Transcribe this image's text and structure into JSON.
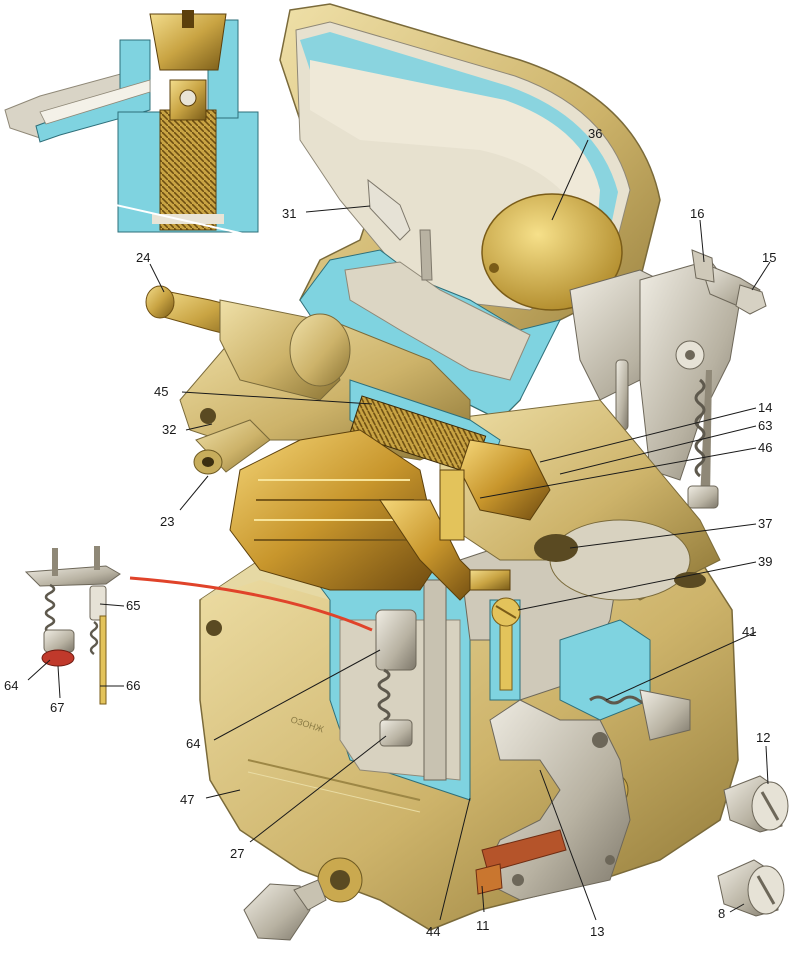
{
  "colors": {
    "brass_light": "#e8cf7a",
    "brass": "#c9a443",
    "brass_dark": "#8a6a1e",
    "silver_light": "#e6e2d6",
    "silver": "#b8b2a2",
    "silver_dark": "#7d776a",
    "cut_blue": "#7fd3e0",
    "gasket_red": "#c0392b",
    "fiber_red": "#b5542a",
    "leader": "#1a1a1a",
    "pointer_red": "#e0432a"
  },
  "callouts": [
    {
      "id": "36",
      "text": "36"
    },
    {
      "id": "31",
      "text": "31"
    },
    {
      "id": "16",
      "text": "16"
    },
    {
      "id": "15",
      "text": "15"
    },
    {
      "id": "24",
      "text": "24"
    },
    {
      "id": "45",
      "text": "45"
    },
    {
      "id": "14",
      "text": "14"
    },
    {
      "id": "63",
      "text": "63"
    },
    {
      "id": "32",
      "text": "32"
    },
    {
      "id": "46",
      "text": "46"
    },
    {
      "id": "23",
      "text": "23"
    },
    {
      "id": "37",
      "text": "37"
    },
    {
      "id": "39",
      "text": "39"
    },
    {
      "id": "65",
      "text": "65"
    },
    {
      "id": "41",
      "text": "41"
    },
    {
      "id": "64a",
      "text": "64"
    },
    {
      "id": "67",
      "text": "67"
    },
    {
      "id": "66",
      "text": "66"
    },
    {
      "id": "64b",
      "text": "64"
    },
    {
      "id": "12",
      "text": "12"
    },
    {
      "id": "47",
      "text": "47"
    },
    {
      "id": "27",
      "text": "27"
    },
    {
      "id": "8",
      "text": "8"
    },
    {
      "id": "44",
      "text": "44"
    },
    {
      "id": "11",
      "text": "11"
    },
    {
      "id": "13",
      "text": "13"
    }
  ]
}
